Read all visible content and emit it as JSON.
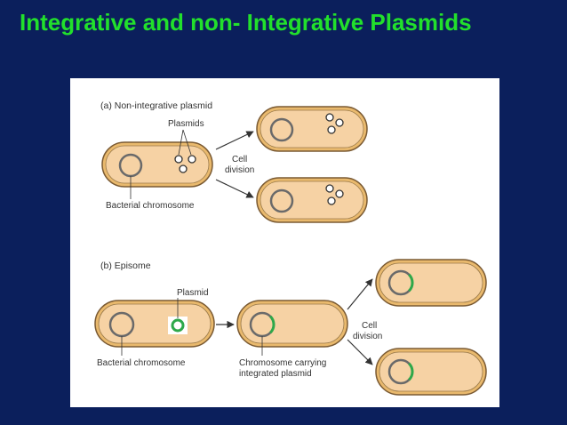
{
  "slide": {
    "title": "Integrative and non- Integrative Plasmids"
  },
  "panel_a": {
    "heading": "(a) Non-integrative plasmid",
    "plasmids_label": "Plasmids",
    "chromosome_label": "Bacterial chromosome",
    "division_label_line1": "Cell",
    "division_label_line2": "division"
  },
  "panel_b": {
    "heading": "(b) Episome",
    "plasmid_label": "Plasmid",
    "chromosome_label": "Bacterial chromosome",
    "integrated_label_line1": "Chromosome carrying",
    "integrated_label_line2": "integrated plasmid",
    "division_label_line1": "Cell",
    "division_label_line2": "division"
  },
  "colors": {
    "background": "#0b1f5c",
    "title": "#22e02c",
    "cell_fill": "#f6d2a4",
    "cell_outline": "#7a5a33",
    "cell_rim": "#e9b96d",
    "plasmid_green": "#2ea84a",
    "plasmid_highlight": "#c9f56a"
  }
}
